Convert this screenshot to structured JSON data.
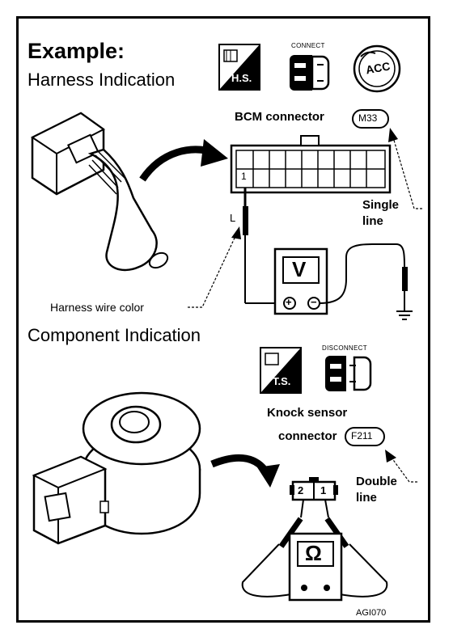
{
  "header": {
    "title": "Example:",
    "harness_indication": "Harness Indication",
    "component_indication": "Component Indication"
  },
  "badges": {
    "hs": "H.S.",
    "ts": "T.S.",
    "connect": "CONNECT",
    "disconnect": "DISCONNECT",
    "acc": "ACC"
  },
  "harness": {
    "bcm_connector": "BCM connector",
    "bcm_code": "M33",
    "pin_number": "1",
    "wire_color": "L",
    "wire_color_label": "Harness wire color",
    "single_line": "Single\nline",
    "meter_symbol": "V",
    "plus": "+",
    "minus": "−"
  },
  "component": {
    "knock_sensor": "Knock sensor",
    "connector": "connector",
    "code": "F211",
    "pin_2": "2",
    "pin_1": "1",
    "double_line": "Double\nline",
    "meter_symbol": "Ω"
  },
  "figure_id": "AGI070"
}
